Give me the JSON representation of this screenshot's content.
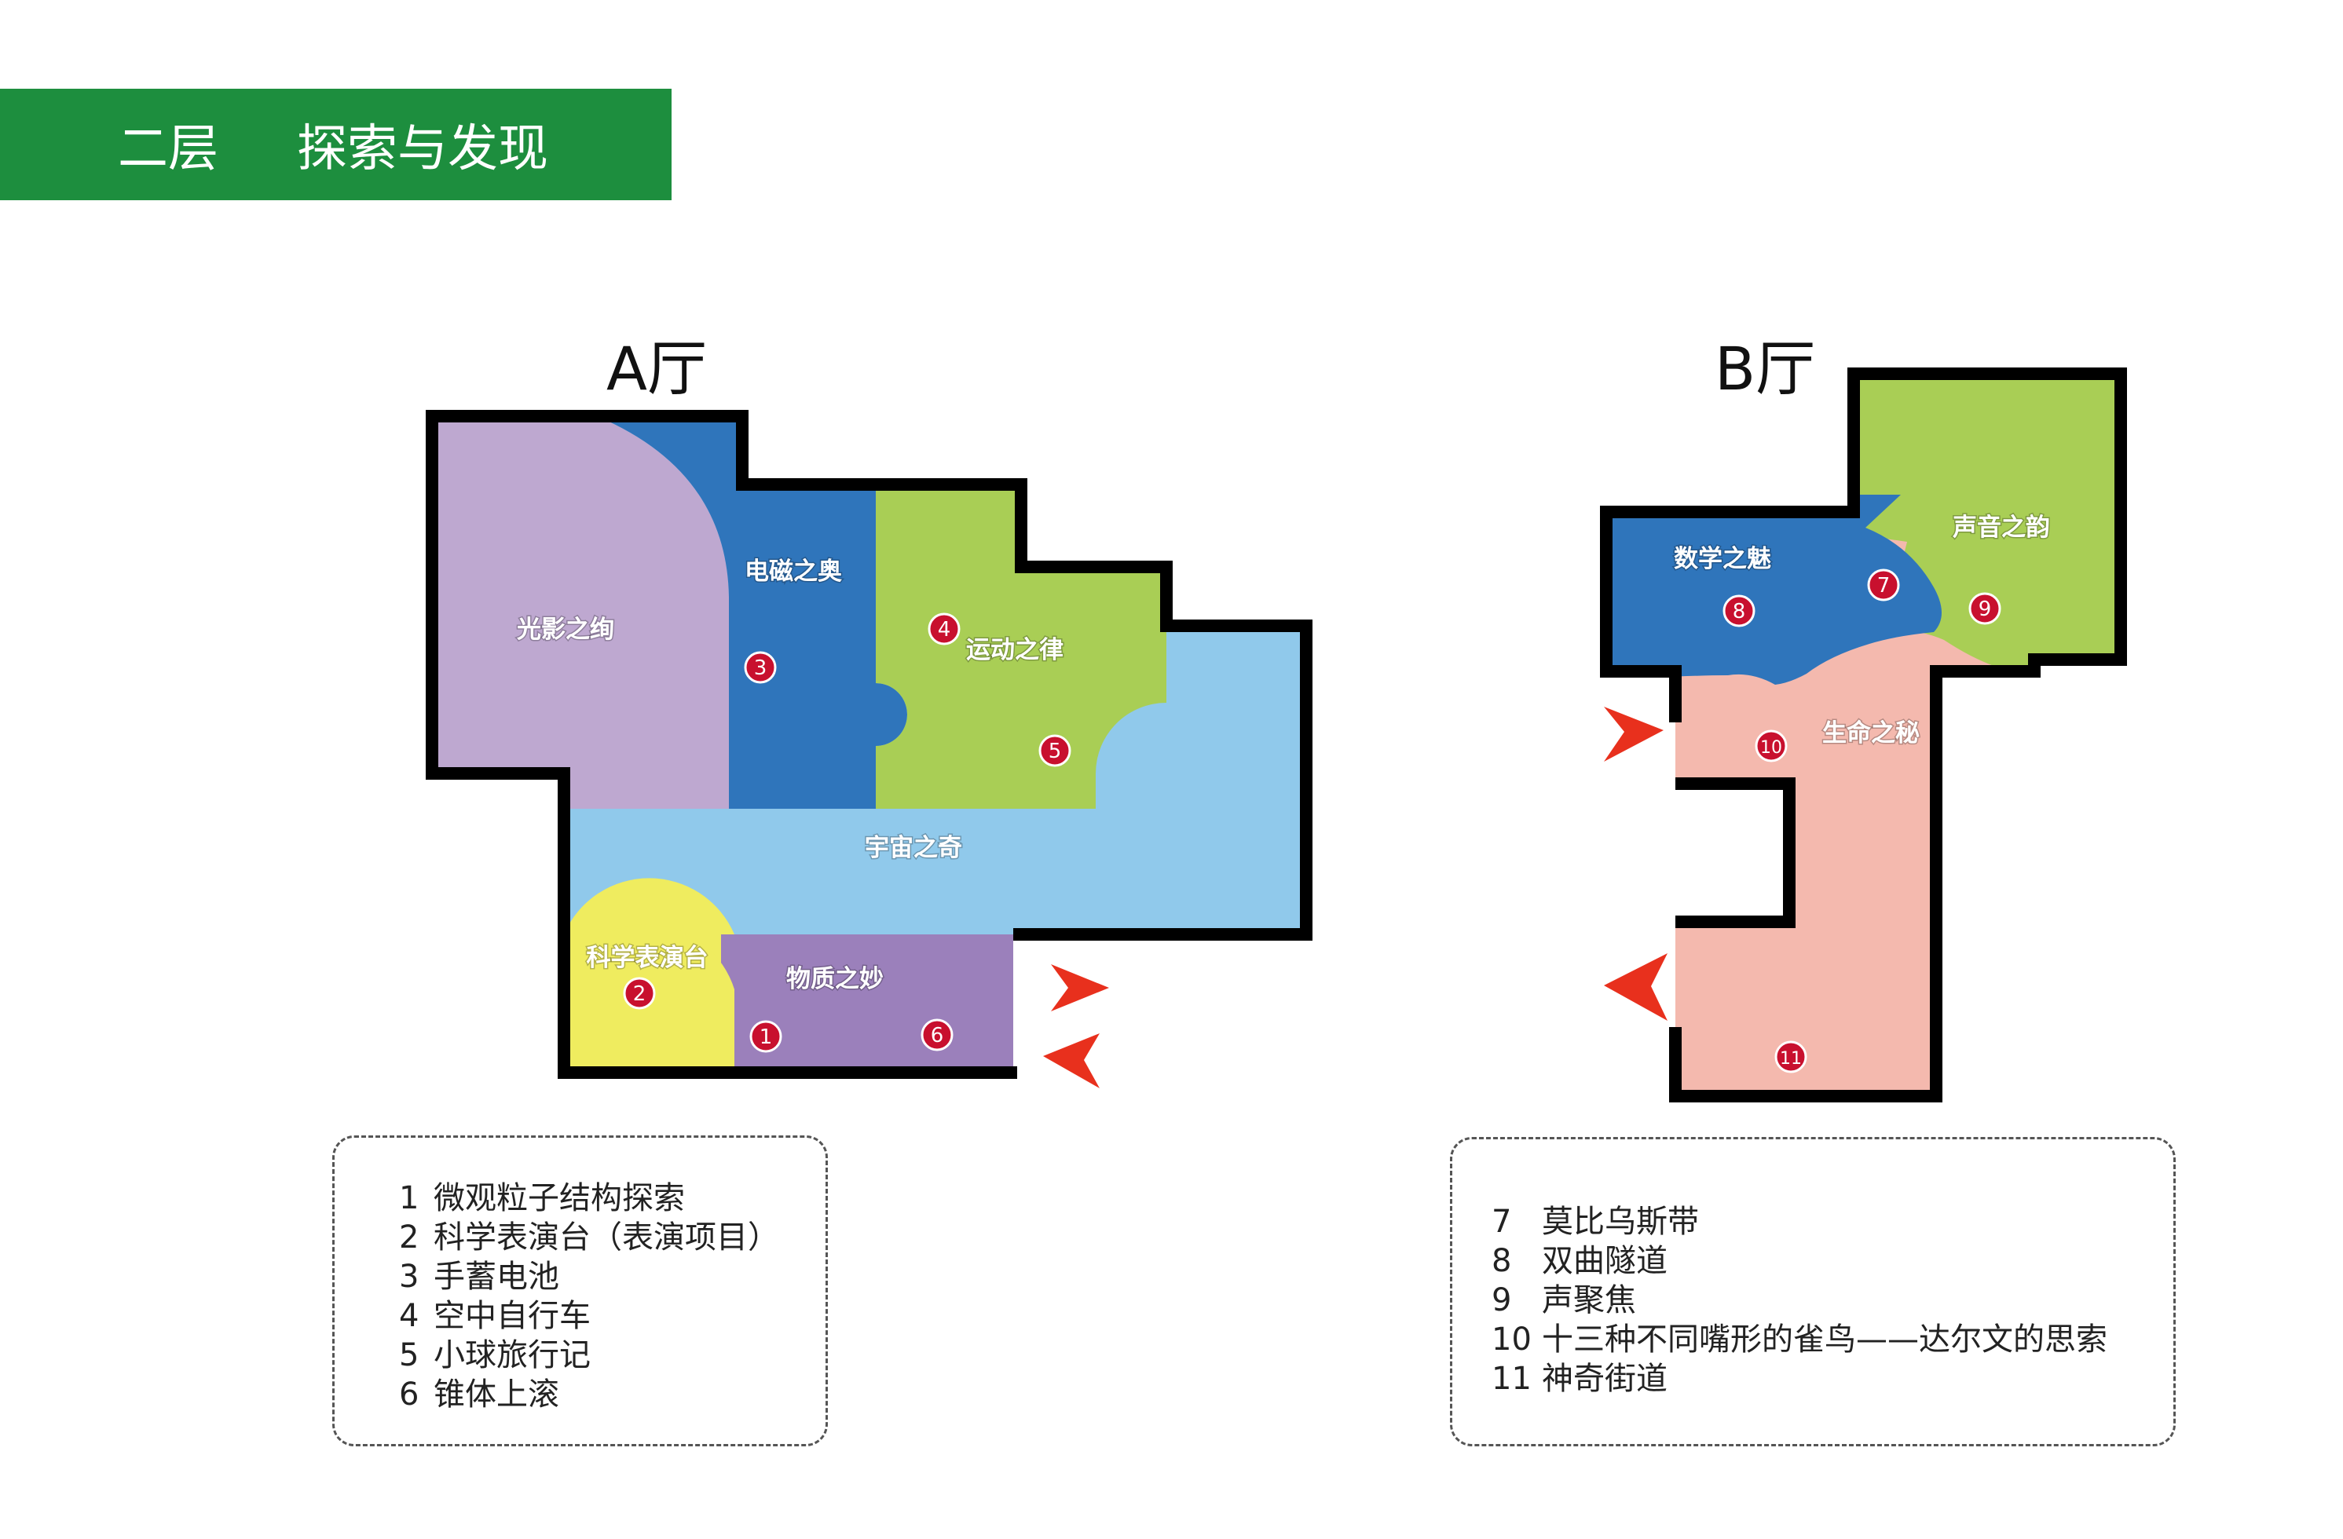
{
  "header": {
    "floor": "二层",
    "theme": "探索与发现",
    "color": "#1d8e3e"
  },
  "halls": {
    "a": {
      "title": "A厅",
      "zones": {
        "light": "光影之绚",
        "electro": "电磁之奥",
        "motion": "运动之律",
        "universe": "宇宙之奇",
        "stage": "科学表演台",
        "matter": "物质之妙"
      },
      "markers": [
        "1",
        "2",
        "3",
        "4",
        "5",
        "6"
      ]
    },
    "b": {
      "title": "B厅",
      "zones": {
        "math": "数学之魅",
        "sound": "声音之韵",
        "life": "生命之秘"
      },
      "markers": [
        "7",
        "8",
        "9",
        "10",
        "11"
      ]
    }
  },
  "legend_a": [
    {
      "num": "1",
      "text": "微观粒子结构探索"
    },
    {
      "num": "2",
      "text": "科学表演台（表演项目）"
    },
    {
      "num": "3",
      "text": "手蓄电池"
    },
    {
      "num": "4",
      "text": "空中自行车"
    },
    {
      "num": "5",
      "text": "小球旅行记"
    },
    {
      "num": "6",
      "text": "锥体上滚"
    }
  ],
  "legend_b": [
    {
      "num": "7",
      "text": "莫比乌斯带"
    },
    {
      "num": "8",
      "text": "双曲隧道"
    },
    {
      "num": "9",
      "text": "声聚焦"
    },
    {
      "num": "10",
      "text": "十三种不同嘴形的雀鸟——达尔文的思索"
    },
    {
      "num": "11",
      "text": "神奇街道"
    }
  ],
  "colors": {
    "purple_light": "#bea8d0",
    "blue_dark": "#2f75bb",
    "green": "#a9ce55",
    "sky": "#90c9eb",
    "yellow": "#efec5f",
    "purple": "#9b80bb",
    "pink": "#f4b9ae",
    "marker": "#c8102e",
    "arrow": "#e8301d",
    "wall": "#000000"
  },
  "icons": {
    "entrance": "entrance-arrow-icon"
  }
}
